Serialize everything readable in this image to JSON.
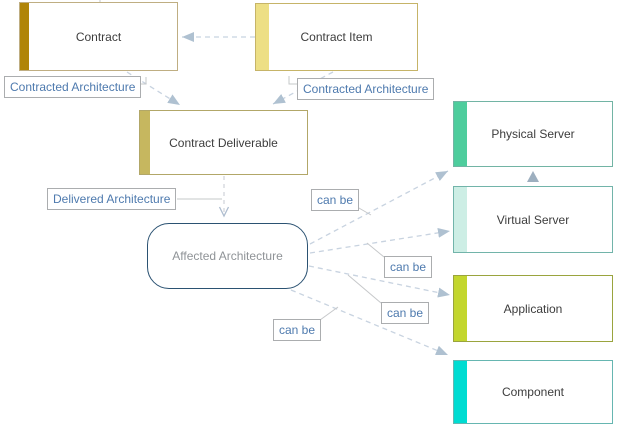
{
  "diagram": {
    "nodes": {
      "contract": {
        "label": "Contract"
      },
      "contract_item": {
        "label": "Contract Item"
      },
      "contract_deliverable": {
        "label": "Contract Deliverable"
      },
      "affected_architecture": {
        "label": "Affected Architecture"
      },
      "physical_server": {
        "label": "Physical Server"
      },
      "virtual_server": {
        "label": "Virtual Server"
      },
      "application": {
        "label": "Application"
      },
      "component": {
        "label": "Component"
      }
    },
    "edge_labels": {
      "contracted_architecture_1": "Contracted Architecture",
      "contracted_architecture_2": "Contracted Architecture",
      "delivered_architecture": "Delivered Architecture",
      "can_be_1": "can be",
      "can_be_2": "can be",
      "can_be_3": "can be",
      "can_be_4": "can be"
    },
    "edges": [
      {
        "from": "contract_item",
        "to": "contract",
        "style": "dashed-arrow"
      },
      {
        "from": "contract",
        "to": "contract_deliverable",
        "label": "Contracted Architecture",
        "style": "dashed-arrow"
      },
      {
        "from": "contract_item",
        "to": "contract_deliverable",
        "label": "Contracted Architecture",
        "style": "dashed-arrow"
      },
      {
        "from": "contract_deliverable",
        "to": "affected_architecture",
        "label": "Delivered Architecture",
        "style": "dashed-open-arrow"
      },
      {
        "from": "affected_architecture",
        "to": "physical_server",
        "label": "can be",
        "style": "dashed-arrow"
      },
      {
        "from": "affected_architecture",
        "to": "virtual_server",
        "label": "can be",
        "style": "dashed-arrow"
      },
      {
        "from": "affected_architecture",
        "to": "application",
        "label": "can be",
        "style": "dashed-arrow"
      },
      {
        "from": "affected_architecture",
        "to": "component",
        "label": "can be",
        "style": "dashed-arrow"
      },
      {
        "from": "virtual_server",
        "to": "physical_server",
        "style": "arrow-up"
      }
    ],
    "colors": {
      "contract_stripe": "#B08508",
      "contract_border": "#BFAE82",
      "contract_item_stripe": "#EDDF85",
      "contract_item_border": "#C6B468",
      "contract_deliverable_stripe": "#C6B75F",
      "contract_deliverable_border": "#B2A768",
      "affected_architecture_border": "#2B5272",
      "physical_server_stripe": "#4ECD9D",
      "physical_server_border": "#72B4A4",
      "virtual_server_stripe": "#CDEEE5",
      "virtual_server_border": "#72B4AA",
      "application_stripe": "#C3D62E",
      "application_border": "#9AA43E",
      "component_stripe": "#00DCD2",
      "component_border": "#66B6B1",
      "edge_label_text": "#4E7AAE",
      "connector_dash": "#C8D3E0",
      "arrowhead_fill": "#AFC1D1"
    }
  }
}
